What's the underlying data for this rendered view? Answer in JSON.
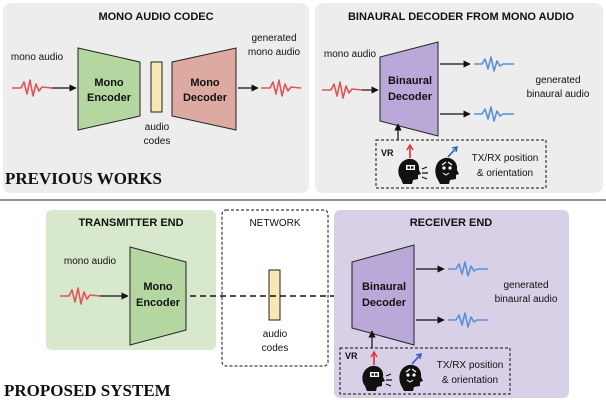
{
  "previous": {
    "section_title": "PREVIOUS WORKS",
    "codec": {
      "title": "MONO AUDIO CODEC",
      "input_label": "mono audio",
      "encoder_line1": "Mono",
      "encoder_line2": "Encoder",
      "decoder_line1": "Mono",
      "decoder_line2": "Decoder",
      "codes_line1": "audio",
      "codes_line2": "codes",
      "output_line1": "generated",
      "output_line2": "mono audio"
    },
    "binaural": {
      "title": "BINAURAL DECODER FROM MONO AUDIO",
      "input_label": "mono audio",
      "decoder_line1": "Binaural",
      "decoder_line2": "Decoder",
      "output_line1": "generated",
      "output_line2": "binaural audio",
      "vr_label": "VR",
      "pose_line1": "TX/RX position",
      "pose_line2": "& orientation"
    }
  },
  "proposed": {
    "section_title": "PROPOSED SYSTEM",
    "transmitter": {
      "title": "TRANSMITTER END",
      "input_label": "mono audio",
      "encoder_line1": "Mono",
      "encoder_line2": "Encoder"
    },
    "network": {
      "title": "NETWORK",
      "codes_line1": "audio",
      "codes_line2": "codes"
    },
    "receiver": {
      "title": "RECEIVER END",
      "decoder_line1": "Binaural",
      "decoder_line2": "Decoder",
      "output_line1": "generated",
      "output_line2": "binaural audio",
      "vr_label": "VR",
      "pose_line1": "TX/RX position",
      "pose_line2": "& orientation"
    }
  },
  "colors": {
    "encoder_fill": "#b4d6a0",
    "mono_decoder_fill": "#ddaaa2",
    "binaural_decoder_fill": "#b9a8d8",
    "codes_fill": "#f8e7b5",
    "panel_fill": "#ededed",
    "transmitter_fill": "#d7e8cc",
    "receiver_fill": "#d8d0e6",
    "wave_red": "#e0555a",
    "wave_blue": "#5b8fd8",
    "head_icon_accent_red": "#e03030",
    "head_icon_accent_blue": "#2a55d0"
  },
  "icons": [
    "speaker-head-icon",
    "listener-head-icon",
    "wave-icon"
  ]
}
